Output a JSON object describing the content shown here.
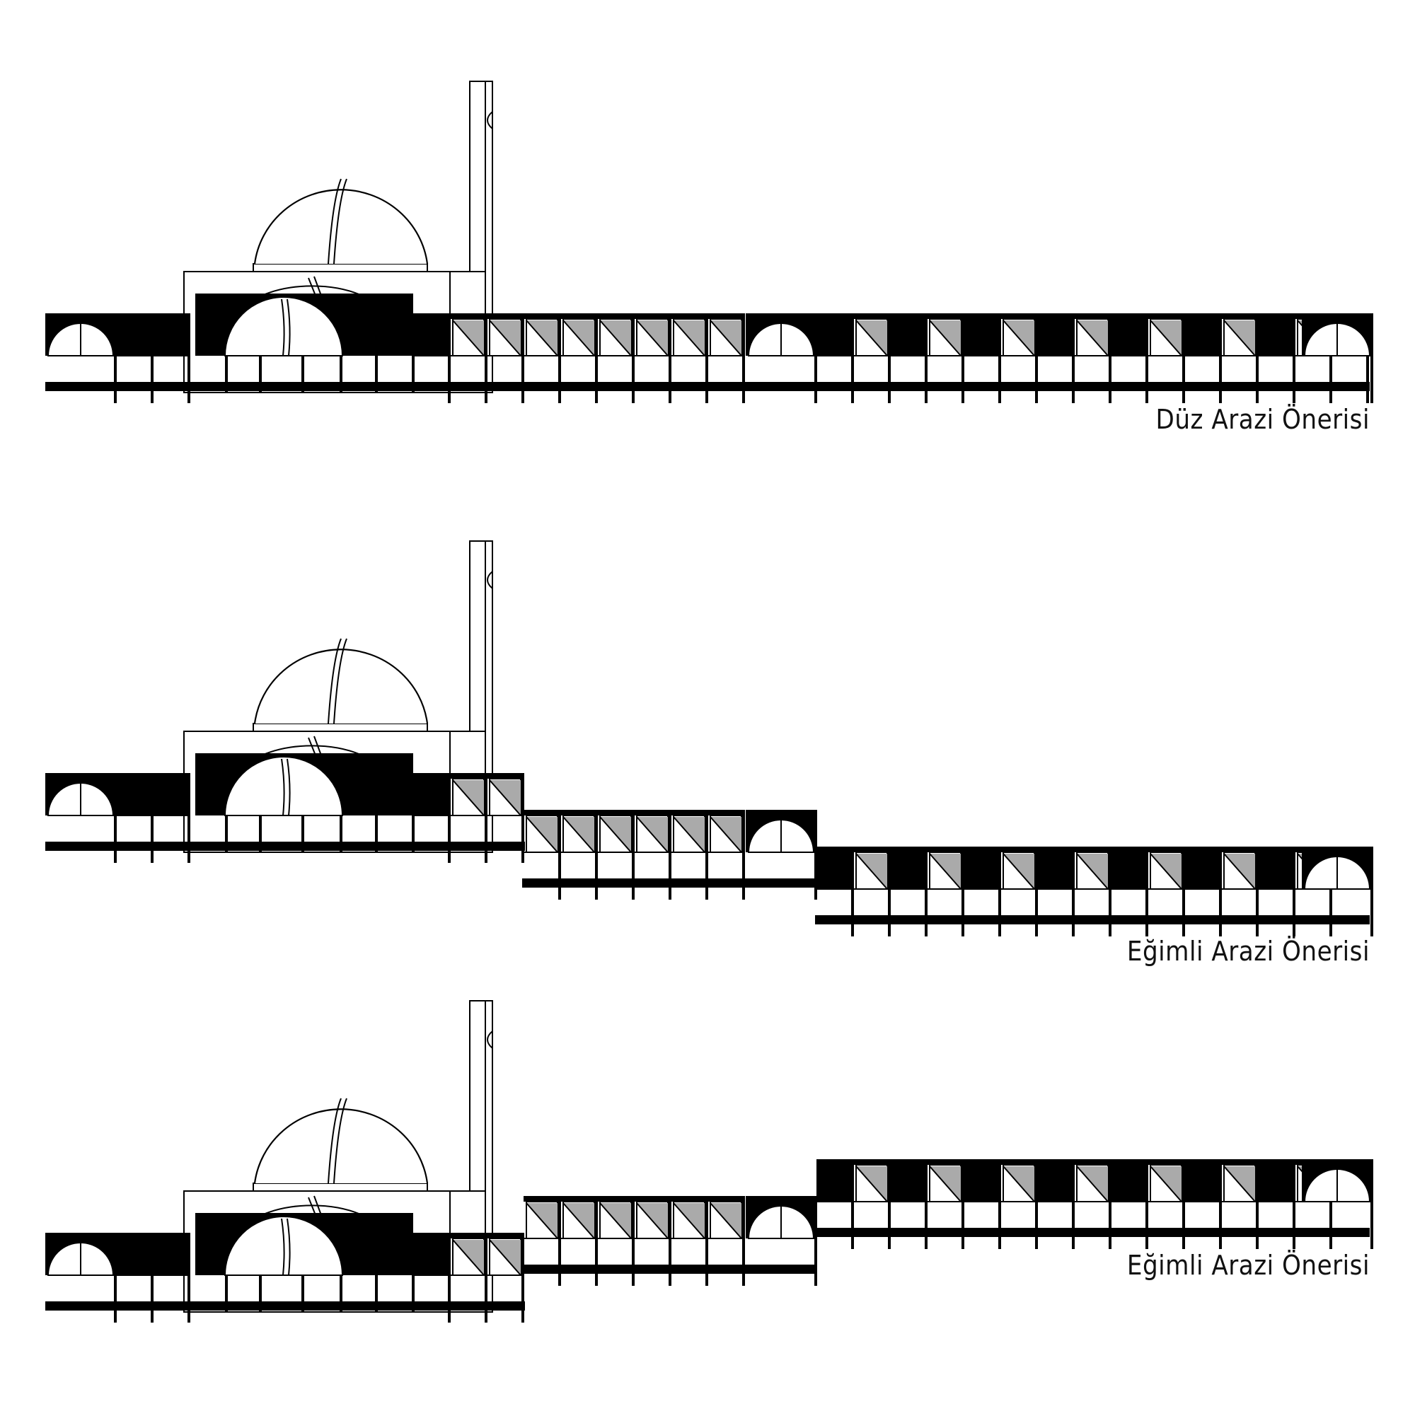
{
  "diagram": {
    "panels": [
      {
        "id": "flat",
        "caption": "Düz Arazi Önerisi"
      },
      {
        "id": "slope-down",
        "caption": "Eğimli Arazi Önerisi"
      },
      {
        "id": "slope-up",
        "caption": "Eğimli Arazi Önerisi"
      }
    ],
    "colors": {
      "solid": "#000000",
      "glass": "#aaaaaa",
      "background": "#ffffff"
    }
  }
}
